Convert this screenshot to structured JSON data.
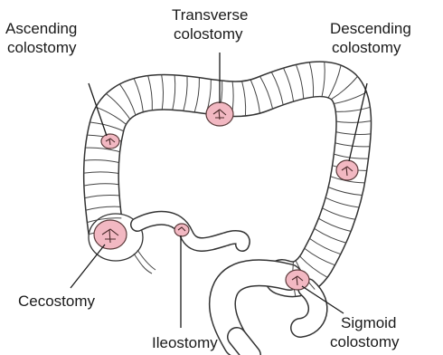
{
  "labels": {
    "ascending": [
      "Ascending",
      "colostomy"
    ],
    "transverse": [
      "Transverse",
      "colostomy"
    ],
    "descending": [
      "Descending",
      "colostomy"
    ],
    "cecostomy": [
      "Cecostomy"
    ],
    "ileostomy": [
      "Ileostomy"
    ],
    "sigmoid": [
      "Sigmoid",
      "colostomy"
    ]
  },
  "colors": {
    "stoma": "#f2b8c2",
    "outline": "#333333",
    "background": "#ffffff"
  }
}
